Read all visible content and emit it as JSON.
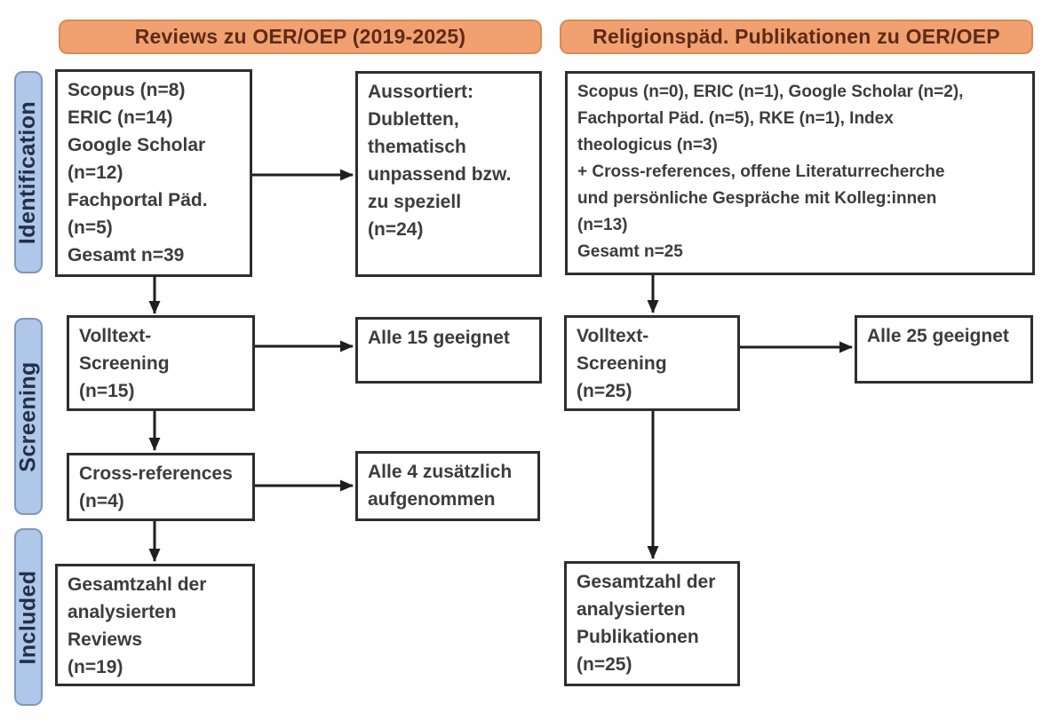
{
  "headers": {
    "left": "Reviews zu OER/OEP (2019-2025)",
    "right": "Religionspäd. Publikationen zu OER/OEP"
  },
  "sidebar": {
    "items": [
      {
        "label": "Identification"
      },
      {
        "label": "Screening"
      },
      {
        "label": "Included"
      }
    ]
  },
  "flow": {
    "left": {
      "identification": "Scopus (n=8)\nERIC (n=14)\nGoogle Scholar\n(n=12)\nFachportal Päd.\n(n=5)\nGesamt n=39",
      "excluded": "Aussortiert:\nDubletten,\nthematisch\nunpassend bzw.\nzu speziell\n(n=24)",
      "volltext": "Volltext-\nScreening\n(n=15)",
      "alle15": "Alle 15 geeignet",
      "crossref": "Cross-references\n(n=4)",
      "alle4": "Alle 4 zusätzlich\naufgenommen",
      "included": "Gesamtzahl der\nanalysierten\nReviews\n(n=19)"
    },
    "right": {
      "identification": "Scopus (n=0), ERIC (n=1), Google Scholar (n=2),\nFachportal Päd. (n=5), RKE (n=1), Index\ntheologicus (n=3)\n+ Cross-references, offene Literaturrecherche\nund persönliche Gespräche mit Kolleg:innen\n(n=13)\nGesamt n=25",
      "volltext": "Volltext-\nScreening\n(n=25)",
      "alle25": "Alle 25 geeignet",
      "included": "Gesamtzahl der\nanalysierten\nPublikationen\n(n=25)"
    }
  },
  "colors": {
    "header_fill": "#f1a170",
    "header_border": "#da8a55",
    "header_text": "#5e2a16",
    "sidebar_fill": "#afc7e8",
    "sidebar_border": "#8295bb",
    "sidebar_text": "#232f4a",
    "box_border": "#2e2e2e",
    "box_text": "#3c3c3c",
    "arrow": "#1f1f1f",
    "canvas_bg": "#fefefe"
  }
}
